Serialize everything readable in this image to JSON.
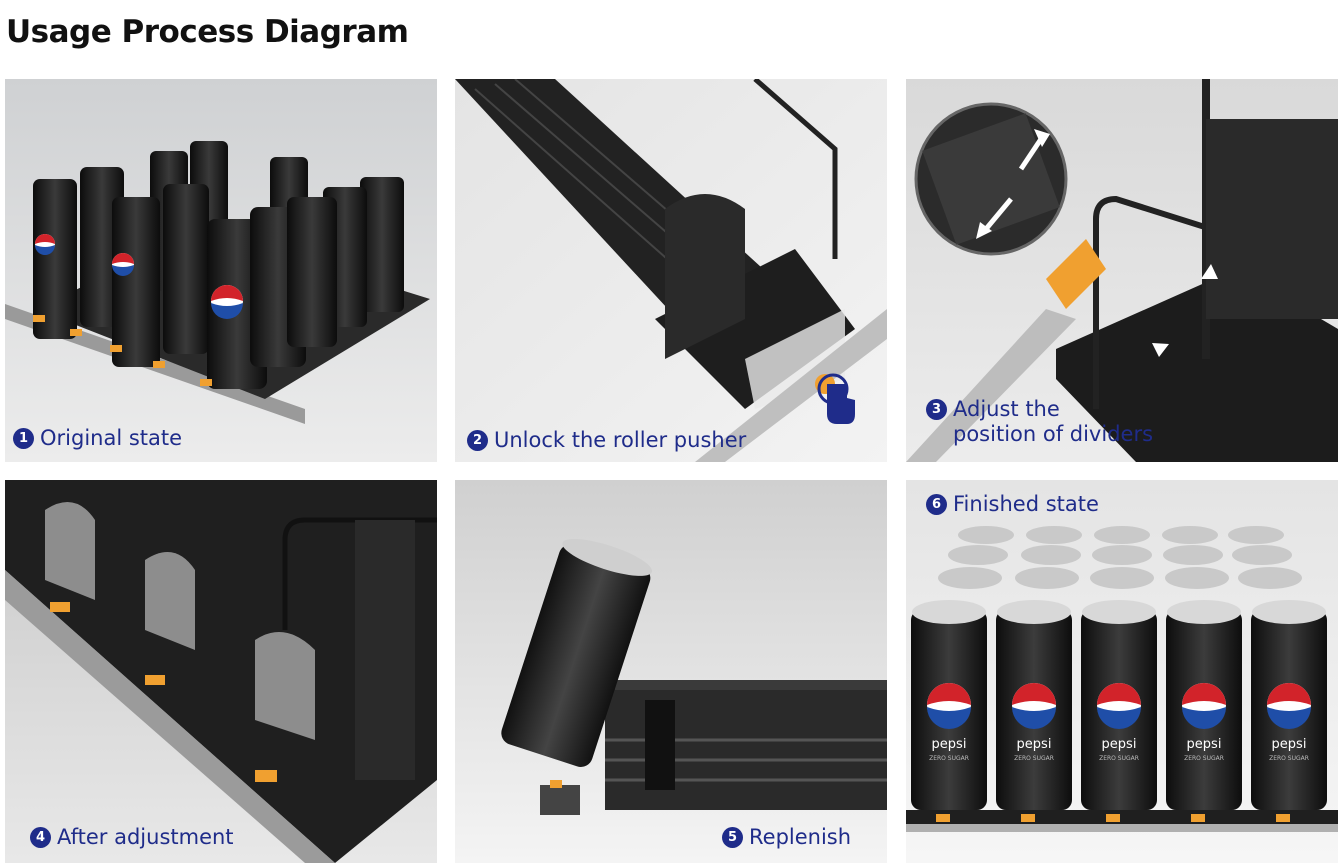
{
  "title": "Usage Process Diagram",
  "steps": [
    {
      "number": "1",
      "label": "Original state"
    },
    {
      "number": "2",
      "label": "Unlock the roller pusher"
    },
    {
      "number": "3",
      "label_line1": "Adjust the",
      "label_line2": "position of dividers"
    },
    {
      "number": "4",
      "label": "After adjustment"
    },
    {
      "number": "5",
      "label": "Replenish"
    },
    {
      "number": "6",
      "label": "Finished state"
    }
  ],
  "can_brand": "pepsi",
  "can_subtext": "ZERO SUGAR",
  "colors": {
    "caption": "#1f2c8a",
    "accent": "#f0a030",
    "can": "#1a1a1a",
    "tray": "#2a2a2a"
  }
}
